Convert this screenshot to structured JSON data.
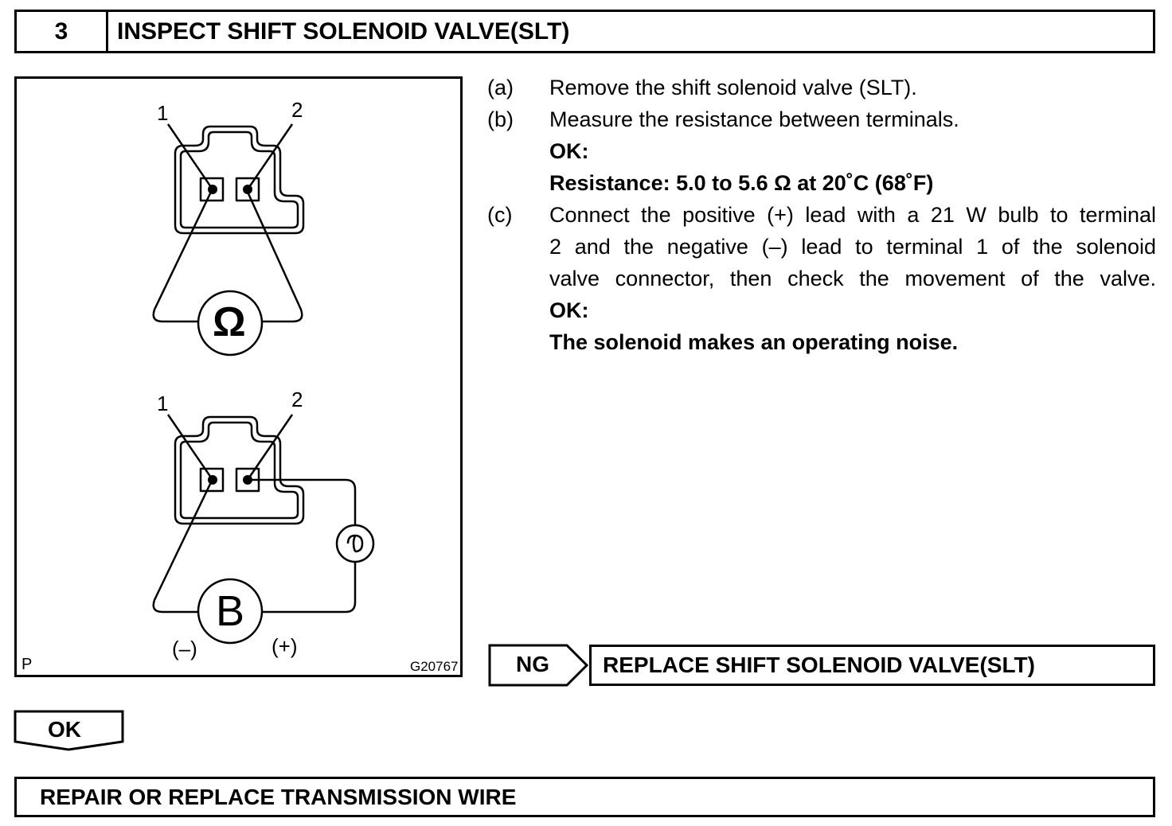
{
  "header": {
    "step_number": "3",
    "title": "INSPECT SHIFT SOLENOID VALVE(SLT)"
  },
  "figure": {
    "top_terminal_1": "1",
    "top_terminal_2": "2",
    "ohmmeter_symbol": "Ω",
    "bottom_terminal_1": "1",
    "bottom_terminal_2": "2",
    "battery_symbol": "B",
    "negative_label": "(–)",
    "positive_label": "(+)",
    "corner_code": "P",
    "figure_id": "G20767"
  },
  "instructions": {
    "a_letter": "(a)",
    "a_text": "Remove the shift solenoid valve (SLT).",
    "b_letter": "(b)",
    "b_text": "Measure the resistance between terminals.",
    "b_ok": "OK:",
    "b_spec": "Resistance: 5.0 to 5.6 Ω at 20˚C (68˚F)",
    "c_letter": "(c)",
    "c_line1": "Connect the positive (+) lead with a 21 W bulb to terminal",
    "c_line2": "2 and the negative (–) lead to terminal 1 of the solenoid",
    "c_line3": "valve connector, then check the movement of the valve.",
    "c_ok": "OK:",
    "c_spec": "The solenoid makes an operating noise."
  },
  "ng_branch": {
    "label": "NG",
    "action": "REPLACE SHIFT SOLENOID VALVE(SLT)"
  },
  "ok_branch": {
    "label": "OK",
    "action": "REPAIR OR REPLACE TRANSMISSION WIRE"
  }
}
